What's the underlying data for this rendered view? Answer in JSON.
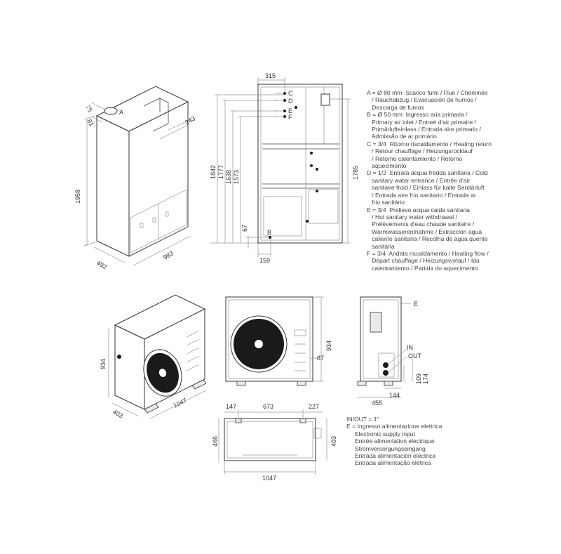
{
  "indoor": {
    "iso_dims": {
      "height": "1958",
      "depth": "492",
      "width": "983",
      "flue_offset_a": "75",
      "flue_offset_b": "81",
      "side": "243",
      "flue_label": "A"
    },
    "front": {
      "top_width": "315",
      "heights": [
        "1842",
        "1777",
        "1638",
        "1573"
      ],
      "right_height": "1785",
      "bottom_height": "67",
      "bottom_width": "159",
      "connection_labels": [
        "C",
        "D",
        "E",
        "F"
      ],
      "inlet_label": "B"
    },
    "legend": [
      "A = Ø 80 mm  Scarico fumi / Flue / Cheminée",
      "   / Rauchabzug / Evacuación de humos /",
      "   Descarga de fumos",
      "B = Ø 50 mm  Ingresso aria primaria /",
      "   Primary air inlet / Entreé d'air primaire /",
      "   Primärlufteinlass / Entrada aire primario /",
      "   Admissão de ar primário",
      "C = 3/4  Ritorno riscaldamento / Heating return",
      "   / Retour chauffage / Heizungsrücklauf",
      "   / Retorno calentamiento / Retorno",
      "   aquecimento",
      "D = 1/2  Entrata acqua fredda sanitaria / Cold",
      "   sanitary water entrance / Entrée d'air",
      "   sanitaire froid / Einlass für kalte Sanitärluft",
      "   / Entrada aire frío sanitario / Entrada ar",
      "   frio sanitário",
      "E = 3/4  Prelievo acqua calda sanitaria",
      "   / Hot sanitary water withdrawal /",
      "   Prélèvements d'eau chaude sanitaire /",
      "   Warmwasserentnahme / Extracción agua",
      "   caliente sanitaria / Recolha de água quente",
      "   sanitária",
      "F = 3/4  Andata riscaldamento / Heating flow /",
      "   Départ chauffage / Heizungsvorlauf / Ida",
      "   calentamiento / Partida do aquecimento"
    ]
  },
  "outdoor": {
    "iso_dims": {
      "height": "934",
      "depth": "403",
      "width": "1047"
    },
    "front": {
      "height": "934",
      "offset": "87"
    },
    "side": {
      "label_e": "E",
      "label_inout": "IN",
      "label_out": "OUT",
      "dim_109": "109",
      "dim_174": "174",
      "dim_144": "144",
      "dim_455": "455"
    },
    "top": {
      "dims_top": [
        "147",
        "673",
        "227"
      ],
      "left_depth": "466",
      "right_depth": "403",
      "bottom_width": "1047"
    },
    "legend": [
      "IN/OUT = 1\"",
      "E = Ingresso alimentazione elettrica",
      "     Electronic supply input",
      "     Entrée alimentation electrique",
      "     Stromversorgungseingang",
      "     Entrada alimentación eléctrica",
      "     Entrada alimentação elétrica"
    ]
  }
}
